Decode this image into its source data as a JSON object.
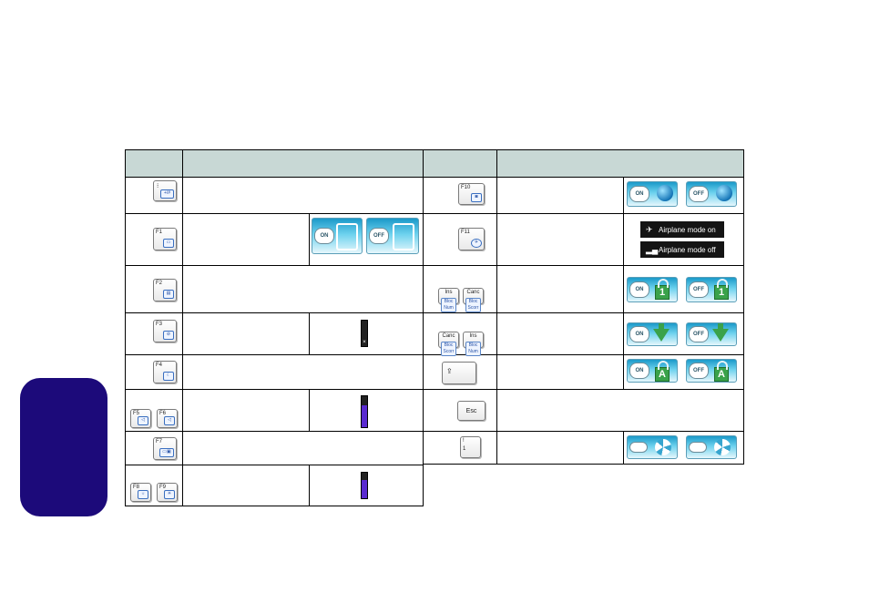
{
  "table": {
    "header": {
      "col1": "",
      "col2": "",
      "col3": "",
      "col4": ""
    },
    "left_keys": [
      {
        "name": "fn-toggle-key",
        "labels": [
          "",
          "+/#"
        ]
      },
      {
        "name": "f1-key",
        "labels": [
          "F1",
          ""
        ]
      },
      {
        "name": "f2-key",
        "labels": [
          "F2",
          ""
        ]
      },
      {
        "name": "f3-key",
        "labels": [
          "F3",
          ""
        ]
      },
      {
        "name": "f4-key",
        "labels": [
          "F4",
          ""
        ]
      },
      {
        "name": "f5-key",
        "labels": [
          "F5",
          ""
        ]
      },
      {
        "name": "f6-key",
        "labels": [
          "F6",
          ""
        ]
      },
      {
        "name": "f7-key",
        "labels": [
          "F7",
          ""
        ]
      },
      {
        "name": "f8-key",
        "labels": [
          "F8",
          ""
        ]
      },
      {
        "name": "f9-key",
        "labels": [
          "F9",
          ""
        ]
      }
    ],
    "right_keys": {
      "f10": "F10",
      "f11": "F11",
      "ins1": "Ins",
      "ins1_sub": "Bloc Num",
      "canc1": "Canc",
      "canc1_sub": "Bloc Scorr",
      "canc2": "Canc",
      "canc2_sub": "Bloc Scorr",
      "ins2": "Ins",
      "ins2_sub": "Bloc Num",
      "esc": "Esc",
      "one_top": "!",
      "one_bottom": "1"
    },
    "pills": {
      "on": "ON",
      "off": "OFF"
    },
    "airplane": {
      "on_label": "Airplane mode on",
      "off_label": "Airplane mode off"
    },
    "lock_glyphs": {
      "num": "1",
      "caps": "A"
    }
  },
  "colors": {
    "side_tab": "#1c0a7a",
    "header_bg": "#c8d8d5",
    "pill_gradient_top": "#1b99c9",
    "osd_fill": "#5a2bd0"
  }
}
